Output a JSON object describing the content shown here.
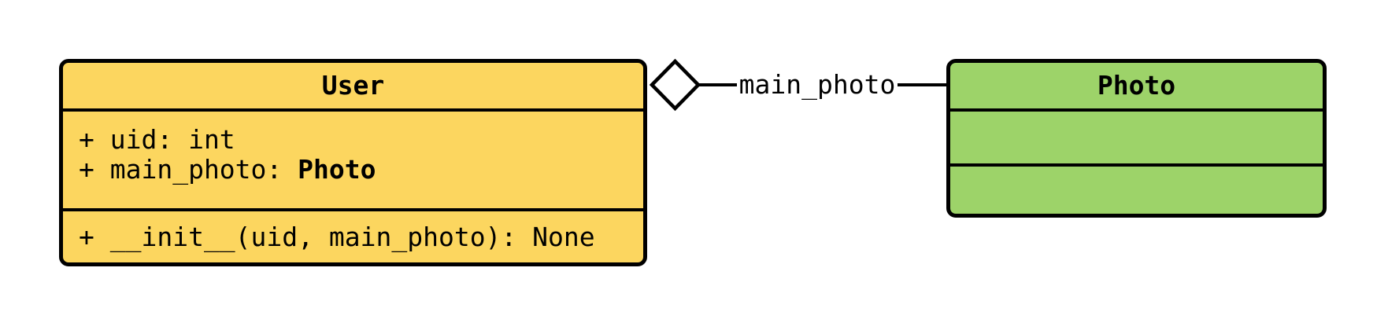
{
  "colors": {
    "background": "#ffffff",
    "stroke": "#000000",
    "user_fill": "#fcd65f",
    "photo_fill": "#9dd369",
    "diamond_fill": "#ffffff"
  },
  "user_class": {
    "title": "User",
    "attributes": [
      {
        "text": "+ uid: int",
        "type": ""
      },
      {
        "text": "+ main_photo: ",
        "type": "Photo"
      }
    ],
    "method": "+ __init__(uid, main_photo): None"
  },
  "photo_class": {
    "title": "Photo"
  },
  "relation": {
    "label": "main_photo",
    "kind": "aggregation",
    "from": "User",
    "to": "Photo"
  }
}
